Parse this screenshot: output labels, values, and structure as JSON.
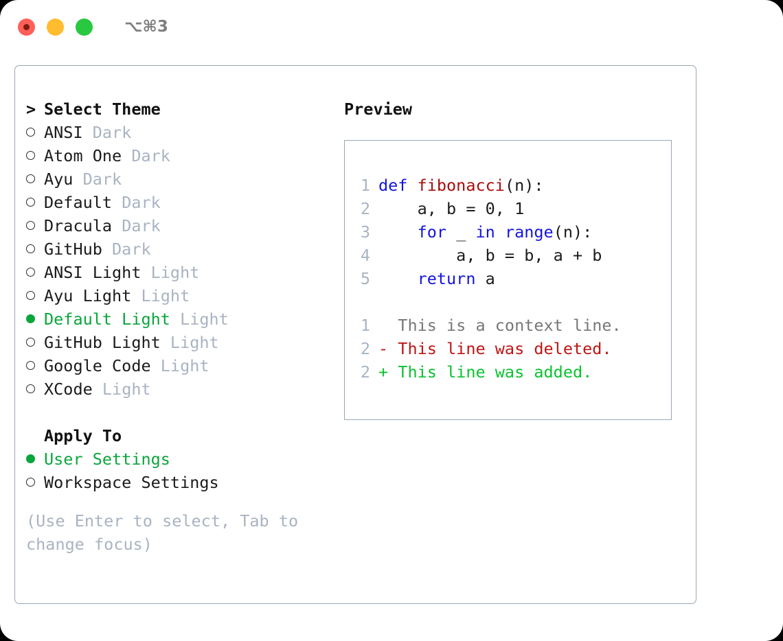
{
  "window": {
    "traffic_lights": [
      "close",
      "minimize",
      "maximize"
    ],
    "shortcut": "⌥⌘3",
    "colors": {
      "accent_green": "#0aa63c",
      "muted": "#a9b3c2",
      "border": "#9aa6b6",
      "keyword_blue": "#1414e0",
      "function_red": "#aa0e0e",
      "diff_delete": "#c01414",
      "diff_add": "#0ac22e"
    }
  },
  "theme_picker": {
    "title": "Select Theme",
    "title_prefix": "> ",
    "items": [
      {
        "label": "ANSI",
        "tag": "Dark",
        "selected": false
      },
      {
        "label": "Atom One",
        "tag": "Dark",
        "selected": false
      },
      {
        "label": "Ayu",
        "tag": "Dark",
        "selected": false
      },
      {
        "label": "Default",
        "tag": "Dark",
        "selected": false
      },
      {
        "label": "Dracula",
        "tag": "Dark",
        "selected": false
      },
      {
        "label": "GitHub",
        "tag": "Dark",
        "selected": false
      },
      {
        "label": "ANSI Light",
        "tag": "Light",
        "selected": false
      },
      {
        "label": "Ayu Light",
        "tag": "Light",
        "selected": false
      },
      {
        "label": "Default Light",
        "tag": "Light",
        "selected": true
      },
      {
        "label": "GitHub Light",
        "tag": "Light",
        "selected": false
      },
      {
        "label": "Google Code",
        "tag": "Light",
        "selected": false
      },
      {
        "label": "XCode",
        "tag": "Light",
        "selected": false
      }
    ]
  },
  "apply_to": {
    "title": "Apply To",
    "title_prefix": "  ",
    "items": [
      {
        "label": "User Settings",
        "selected": true
      },
      {
        "label": "Workspace Settings",
        "selected": false
      }
    ]
  },
  "hint": "(Use Enter to select, Tab to change focus)",
  "preview": {
    "title": "Preview",
    "code_lines": [
      {
        "num": "1",
        "tokens": [
          {
            "t": "def ",
            "c": "kw"
          },
          {
            "t": "fibonacci",
            "c": "fn"
          },
          {
            "t": "(n):",
            "c": "plain"
          }
        ]
      },
      {
        "num": "2",
        "tokens": [
          {
            "t": "    a, b = 0, 1",
            "c": "plain"
          }
        ]
      },
      {
        "num": "3",
        "tokens": [
          {
            "t": "    for ",
            "c": "kw"
          },
          {
            "t": "_ ",
            "c": "plain"
          },
          {
            "t": "in ",
            "c": "kw"
          },
          {
            "t": "range",
            "c": "kw"
          },
          {
            "t": "(n):",
            "c": "plain"
          }
        ]
      },
      {
        "num": "4",
        "tokens": [
          {
            "t": "        a, b = b, a + b",
            "c": "plain"
          }
        ]
      },
      {
        "num": "5",
        "tokens": [
          {
            "t": "    return ",
            "c": "kw"
          },
          {
            "t": "a",
            "c": "plain"
          }
        ]
      }
    ],
    "diff_lines": [
      {
        "num": "1",
        "tokens": [
          {
            "t": "  This is a context line.",
            "c": "ctx"
          }
        ]
      },
      {
        "num": "2",
        "tokens": [
          {
            "t": "- This line was deleted.",
            "c": "del"
          }
        ]
      },
      {
        "num": "2",
        "tokens": [
          {
            "t": "+ This line was added.",
            "c": "add"
          }
        ]
      }
    ]
  }
}
